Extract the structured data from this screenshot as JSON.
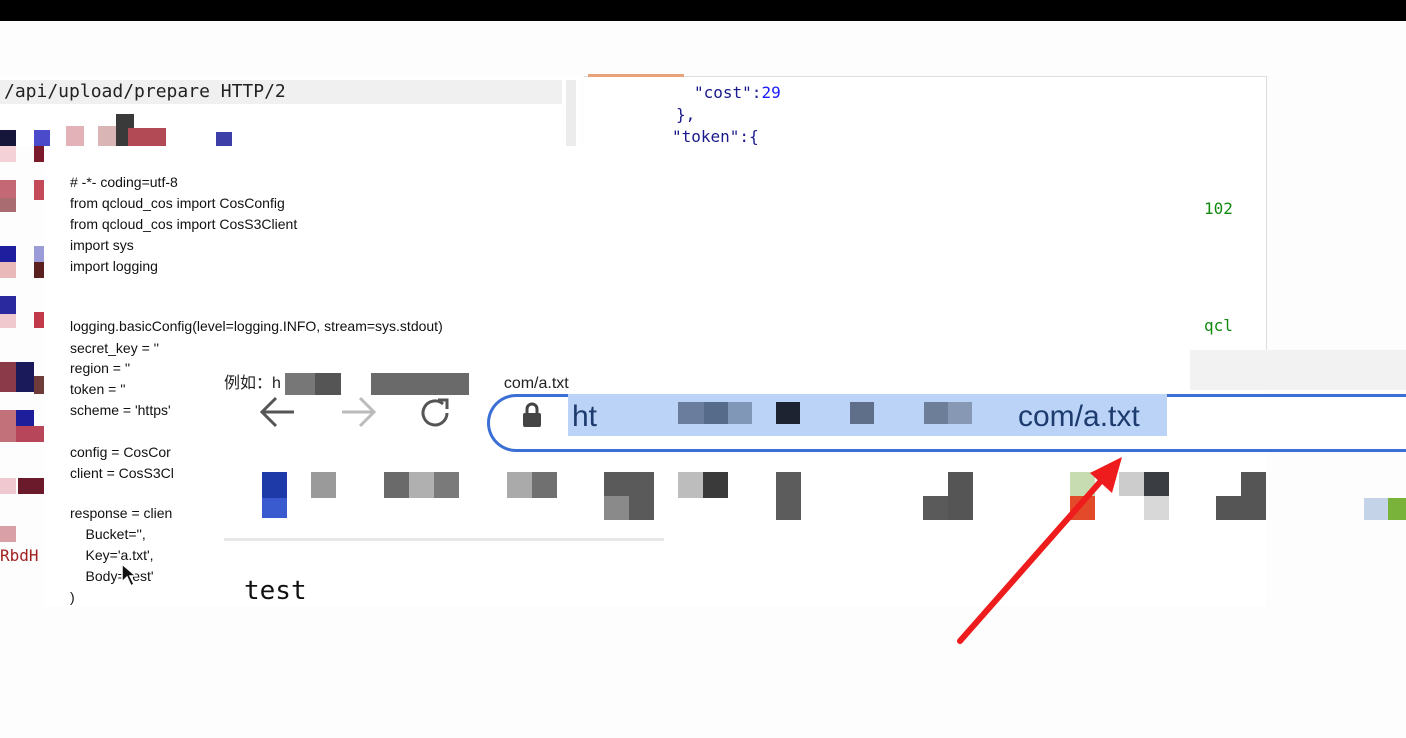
{
  "request": {
    "line": "/api/upload/prepare HTTP/2",
    "truncated_text": "RbdH"
  },
  "response_json": {
    "line1_key": "\"cost\"",
    "line1_value": "29",
    "line2": "},",
    "line3": "\"token\":{"
  },
  "right_values": {
    "v1": "102",
    "v2": "qcl"
  },
  "code_lines": [
    "# -*- coding=utf-8",
    "from qcloud_cos import CosConfig",
    "from qcloud_cos import CosS3Client",
    "import sys",
    "import logging",
    "",
    "",
    "logging.basicConfig(level=logging.INFO, stream=sys.stdout)",
    "secret_key = ''",
    "region = ''",
    "token = ''",
    "scheme = 'https'",
    "",
    "config = CosCor",
    "client = CosS3Cl",
    "",
    "response = clien",
    "    Bucket='',",
    "    Key='a.txt',",
    "    Body='test'",
    ")"
  ],
  "hint": {
    "prefix": "例如：h",
    "suffix": "com/a.txt"
  },
  "browser": {
    "url_prefix": "ht",
    "url_suffix": "com/a.txt",
    "icons": [
      "back-arrow-icon",
      "forward-arrow-icon",
      "reload-icon",
      "lock-icon"
    ]
  },
  "page_content": {
    "body_text": "test"
  },
  "colors": {
    "selection": "#bad3f7",
    "omnibox_border": "#3b6fd6",
    "annotation_arrow": "#ee1c1c"
  }
}
